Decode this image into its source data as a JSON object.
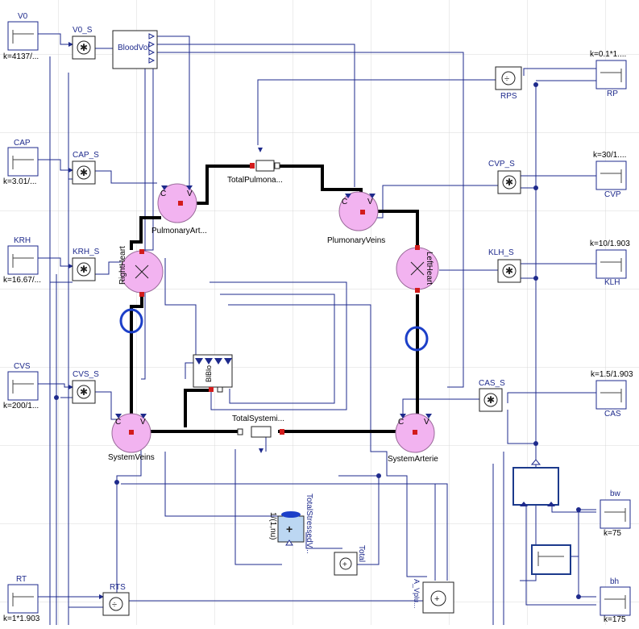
{
  "sources": [
    {
      "name": "V0",
      "k": "k=4137/..."
    },
    {
      "name": "CAP",
      "k": "k=3.01/..."
    },
    {
      "name": "KRH",
      "k": "k=16.67/..."
    },
    {
      "name": "CVS",
      "k": "k=200/1..."
    },
    {
      "name": "RT",
      "k": "k=1*1.903"
    },
    {
      "name": "RP",
      "k": "k=0.1*1...."
    },
    {
      "name": "CVP",
      "k": "k=30/1...."
    },
    {
      "name": "KLH",
      "k": "k=10/1.903"
    },
    {
      "name": "CAS",
      "k": "k=1.5/1.903"
    },
    {
      "name": "bw",
      "k": "k=75"
    },
    {
      "name": "bh",
      "k": "k=175"
    }
  ],
  "gains": {
    "v0s": "V0_S",
    "caps": "CAP_S",
    "krhs": "KRH_S",
    "cvss": "CVS_S",
    "rts": "RTS",
    "rps": "RPS",
    "cvps": "CVP_S",
    "klhs": "KLH_S",
    "cass": "CAS_S"
  },
  "blocks": {
    "blood_vol": "BloodVol",
    "total_pulmonary": "TotalPulmona...",
    "total_systemic": "TotalSystemi...",
    "pulmonary_arteries": "PulmonaryArt...",
    "pulmonary_veins": "PlumonaryVeins",
    "right_heart": "RightHeart",
    "left_heart": "LeftHeart",
    "system_veins": "SystemVeins",
    "system_arteries": "SystemArterie",
    "blood_bus": "BlBlo",
    "div_expr": "1/(1,nu)",
    "total_stressed": "TotalStressedV...",
    "total": "Total",
    "a_vplus": "A_Vplu..."
  },
  "port_letter": "C",
  "port_letter2": "V",
  "add_symbol": "+",
  "icons": {
    "gain": "asterisk-circle",
    "div": "divide-circle",
    "plus": "plus-circle",
    "pump": "x-circle"
  },
  "colors": {
    "label": "#1e2a8c",
    "vessel_fill": "#f2b3f0",
    "vessel_stroke": "#9a6a9a",
    "thick_wire": "#000000",
    "connector": "#d21c1c",
    "inductor": "#1c3fc8",
    "grid": "#c8c8c8"
  }
}
